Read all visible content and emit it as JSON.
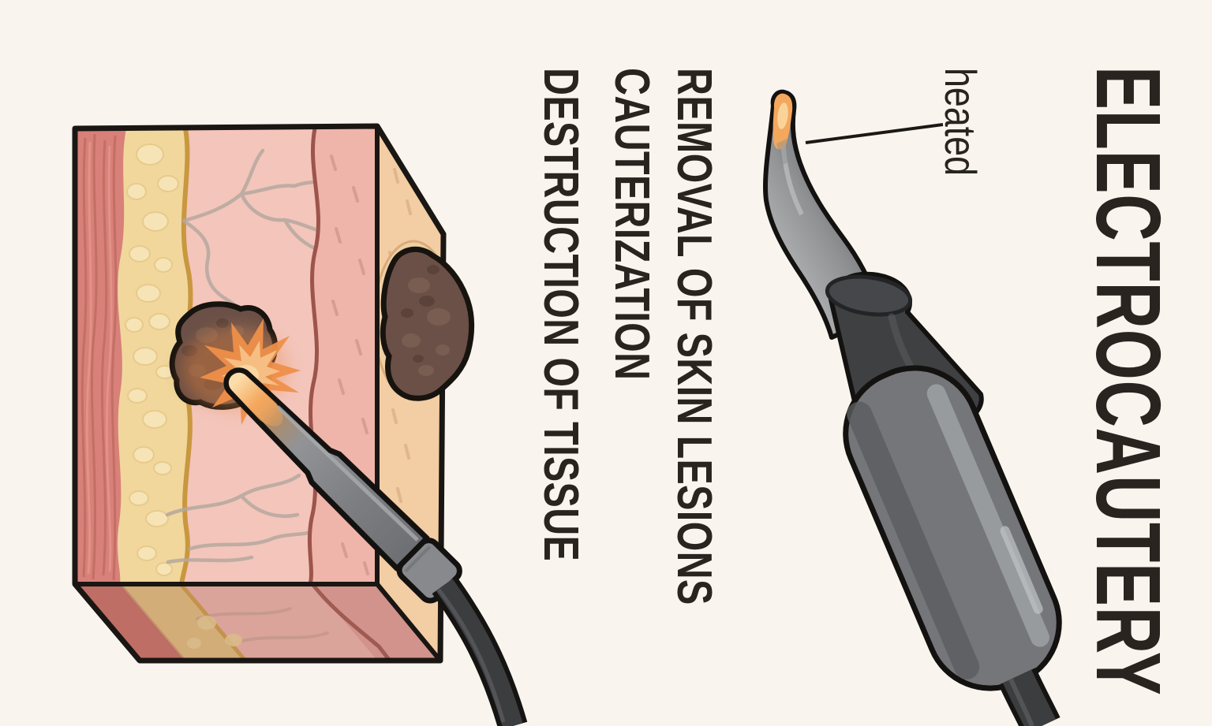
{
  "title": "ELECTROCAUTERY",
  "bullets": [
    "REMOVAL OF SKIN LESIONS",
    "CAUTERIZATION",
    "DESTRUCTION OF TISSUE"
  ],
  "labels": {
    "tip": "heated"
  },
  "colors": {
    "background": "#f9f5ee",
    "text": "#29241f",
    "outline": "#191613",
    "muscle": "#d8807a",
    "muscle_streak": "#bc6a5e",
    "fat": "#f1d79c",
    "fat_blob": "#f6e4b6",
    "fat_edge": "#c9973f",
    "dermis": "#f3c5bb",
    "deep_dermis": "#efb4aa",
    "deep_dermis_line": "#9c544b",
    "vessel": "#b7a89f",
    "epidermis": "#f3cda3",
    "mole": "#6b5047",
    "mole_halo": "#eecfa4",
    "heat_star": "#ee8f4a",
    "heat_star_inner": "#f7c186",
    "heat_core": "#fbd9a4",
    "metal": "#8f9193",
    "device_dark": "#3f4042",
    "device_handle": "#747679",
    "cable": "#3c3d3f"
  }
}
